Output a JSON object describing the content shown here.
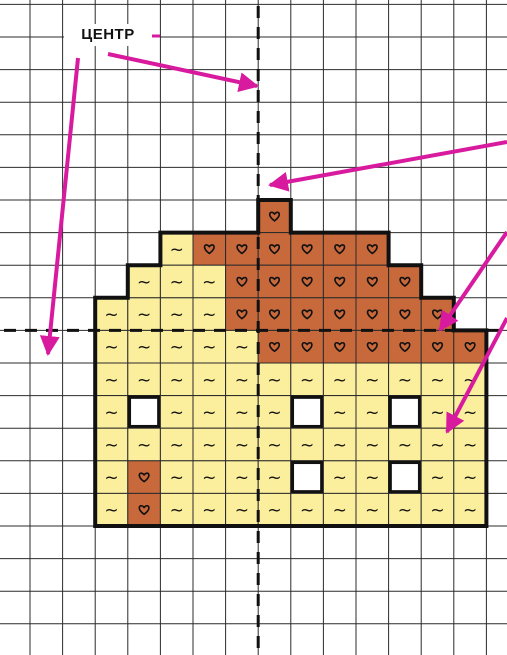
{
  "labels": {
    "centre": "ЦЕНТР"
  },
  "colors": {
    "paper": "#ffffff",
    "grid_line": "#2b2b2b",
    "cream_fill": "#fbee9c",
    "terracotta_fill": "#c8693c",
    "window": "#ffffff",
    "outline": "#111111",
    "centre_line": "#111111",
    "arrow": "#d81b9e"
  },
  "symbols": {
    "cream": "~",
    "terracotta": "heart-icon"
  },
  "pattern": {
    "legend": {
      ".": "empty",
      "Y": "cream-tilde",
      "H": "terracotta-heart",
      "W": "white-window"
    },
    "rows": [
      ".......H......",
      "....YHHHHHH...",
      "...YYYHHHHHH..",
      "..YYYYHHHHHHH.",
      "..YYYYYHHHHHHH",
      "..YYYYYYYYYYYY",
      "..YWYYYYWYYWYY",
      "..YYYYYYYYYYYY",
      "..YHYYYYWYYWYY",
      "..YHYYYYYYYYYY"
    ]
  }
}
